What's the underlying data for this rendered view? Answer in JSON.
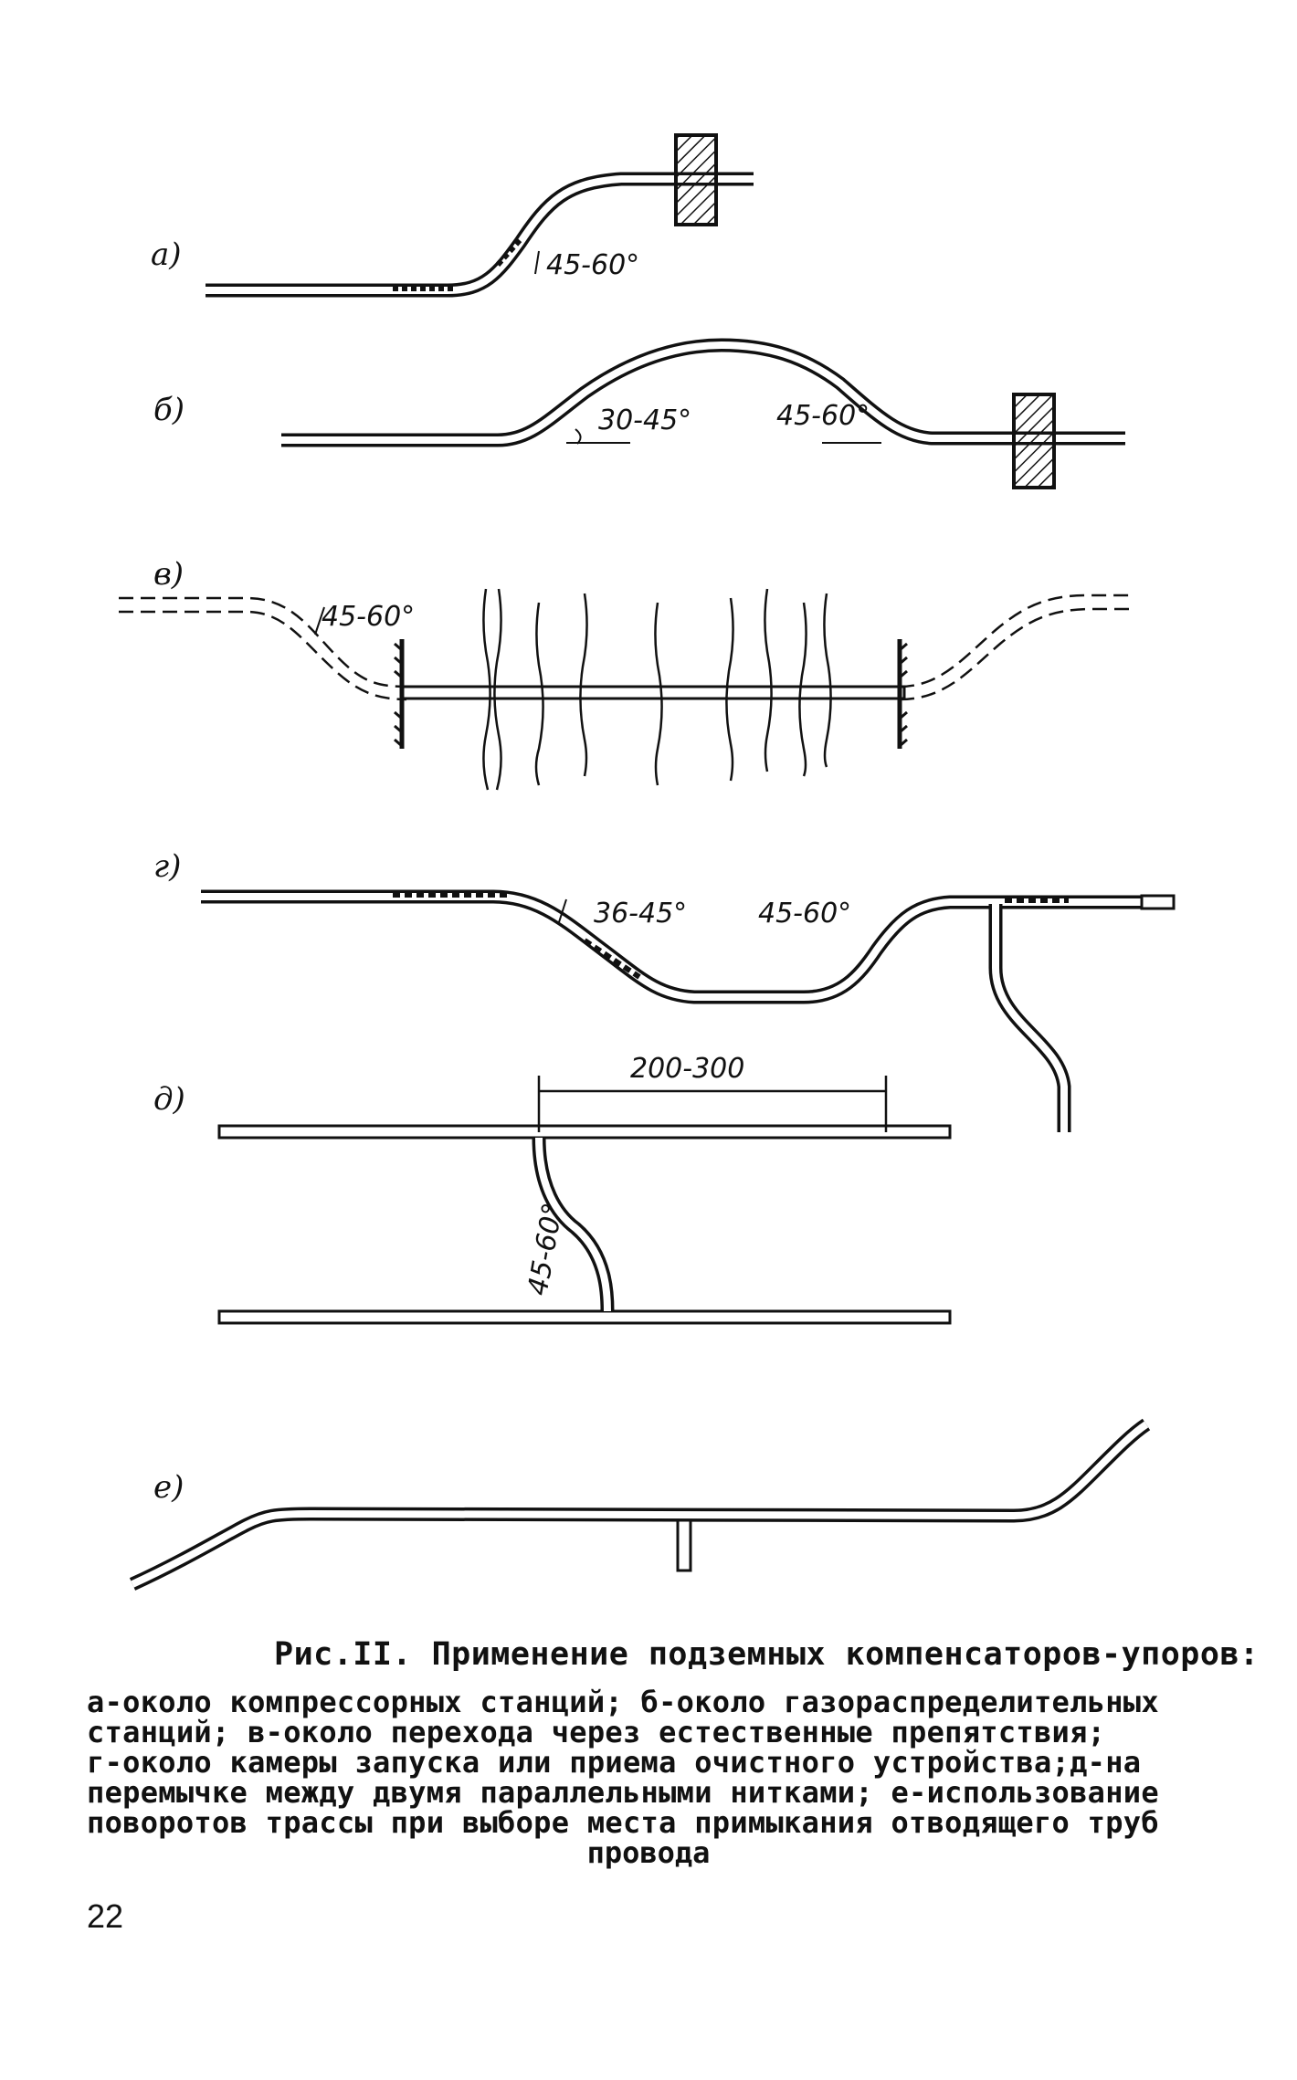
{
  "figure": {
    "labels": {
      "a": "а)",
      "b": "б)",
      "v": "в)",
      "g": "г)",
      "d": "д)",
      "e": "е)"
    },
    "angles": {
      "a": "45-60°",
      "b1": "30-45°",
      "b2": "45-60°",
      "v": "45-60°",
      "g1": "36-45°",
      "g2": "45-60°",
      "d": "45-60°"
    },
    "dimension_d": "200-300"
  },
  "caption": {
    "title": "Рис.II. Применение подземных компенсаторов-упоров:",
    "lines": [
      "а-около компрессорных станций; б-около газораспределительных",
      "станций; в-около перехода через естественные препятствия;",
      "г-около камеры запуска или приема очистного устройства;д-на",
      "перемычке между двумя параллельными нитками; е-использование",
      "поворотов трассы при выборе места примыкания отводящего труб"
    ],
    "last_line": "провода"
  },
  "page_number": "22"
}
